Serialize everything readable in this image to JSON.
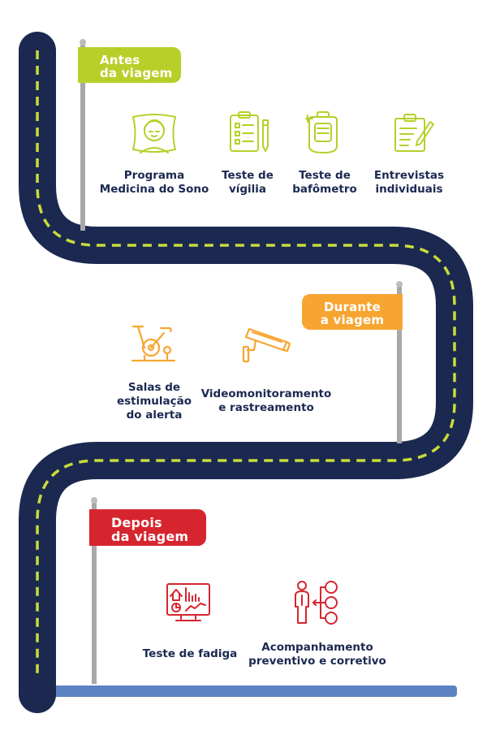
{
  "colors": {
    "road": "#1b2951",
    "dash": "#c9dc3a",
    "before": "#b8cf2a",
    "during": "#f7a531",
    "after": "#d7252f",
    "pole": "#a8a8a8",
    "ground": "#5b82c2",
    "text": "#1b2951"
  },
  "stages": {
    "before": {
      "line1": "Antes",
      "line2": "da viagem",
      "items": [
        {
          "line1": "Programa",
          "line2": "Medicina do Sono",
          "icon": "sleep-pillow-icon"
        },
        {
          "line1": "Teste de",
          "line2": "vígilia",
          "icon": "clipboard-checklist-icon"
        },
        {
          "line1": "Teste de",
          "line2": "bafômetro",
          "icon": "breathalyzer-icon"
        },
        {
          "line1": "Entrevistas",
          "line2": "individuais",
          "icon": "notepad-pencil-icon"
        }
      ]
    },
    "during": {
      "line1": "Durante",
      "line2": "a viagem",
      "items": [
        {
          "line1": "Salas de",
          "line2": "estimulação",
          "line3": "do alerta",
          "icon": "exercise-bike-icon"
        },
        {
          "line1": "Videomonitoramento",
          "line2": "e rastreamento",
          "icon": "security-camera-icon"
        }
      ]
    },
    "after": {
      "line1": "Depois",
      "line2": "da viagem",
      "items": [
        {
          "line1": "Teste de fadiga",
          "icon": "monitor-dashboard-icon"
        },
        {
          "line1": "Acompanhamento",
          "line2": "preventivo e corretivo",
          "icon": "person-flowchart-icon"
        }
      ]
    }
  }
}
